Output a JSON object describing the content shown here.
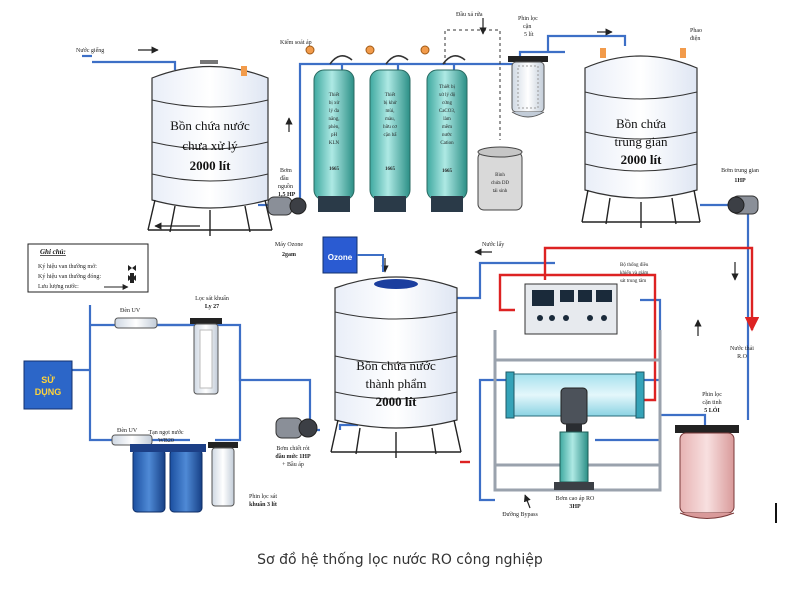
{
  "caption": "Sơ đồ hệ thống lọc nước RO công nghiệp",
  "labels": {
    "nuoc_gieng": "Nước giếng",
    "kiem_soat_ap": "Kiểm soát áp",
    "dau_xa_ruta": "Đầu xả rửa",
    "phin_loc_can_5": [
      "Phin lọc",
      "cặn",
      "5 lít"
    ],
    "phao_dien": [
      "Phao",
      "điện"
    ],
    "bon_dau": [
      "Bơm",
      "đầu",
      "nguồn",
      "1,5 HP"
    ],
    "col1": [
      "Thiết",
      "bị xử",
      "lý đa",
      "năng,",
      "phèn,",
      "pH",
      "KLN",
      "1665"
    ],
    "col2": [
      "Thiết",
      "bị khử",
      "mùi,",
      "màu,",
      "hữu cơ",
      "cặn bẩ",
      "1665"
    ],
    "col3": [
      "Thiết bị",
      "xử lý độ",
      "cứng",
      "CaCO3,",
      "làm",
      "mềm",
      "nước",
      "Cation",
      "1665"
    ],
    "binh_chua": [
      "Bình",
      "chứa DD",
      "tái sinh"
    ],
    "bon_trung_gian_pump": [
      "Bơm trung gian",
      "1HP"
    ],
    "ghi_chu_title": "Ghi chú:",
    "ghi_chu_items": [
      "Ký hiệu van thường mở:",
      "Ký hiệu van thường đóng:",
      "Lưu lượng nước:"
    ],
    "may_ozone": [
      "Máy Ozone",
      "2gam"
    ],
    "ozone": "Ozone",
    "nuoc_lay": "Nước lấy",
    "bo_thong": [
      "Bộ thống điều",
      "khiển và giám",
      "sát trung tâm"
    ],
    "den_uv": "Đèn UV",
    "loc_sat_khuan": [
      "Lọc sát khuẩn",
      "Ly 27"
    ],
    "su_dung": [
      "SỬ",
      "DỤNG"
    ],
    "tan_ngot": [
      "Tạn ngọt nước",
      "WB20"
    ],
    "phin_loc_sat": [
      "Phin lọc sát",
      "khuẩn 3 lít"
    ],
    "bom_chiet": [
      "Bơm chiết rót",
      "đầu mức 1HP",
      "+ Bầu áp"
    ],
    "nuoc_thai": [
      "Nước thải",
      "R.O"
    ],
    "phin_loc_tinh": [
      "Phin lọc",
      "cặn tinh",
      "5 LỎI"
    ],
    "duong_bypass": "Đường Bypass",
    "bom_cao_ap": [
      "Bơm cao áp RO",
      "3HP"
    ],
    "tank1": [
      "Bồn chứa nước",
      "chưa xử lý",
      "2000 lít"
    ],
    "tank2": [
      "Bồn chứa",
      "trung gian",
      "2000 lít"
    ],
    "tank3": [
      "Bồn chứa nước",
      "thành phẩm",
      "2000 lít"
    ]
  }
}
